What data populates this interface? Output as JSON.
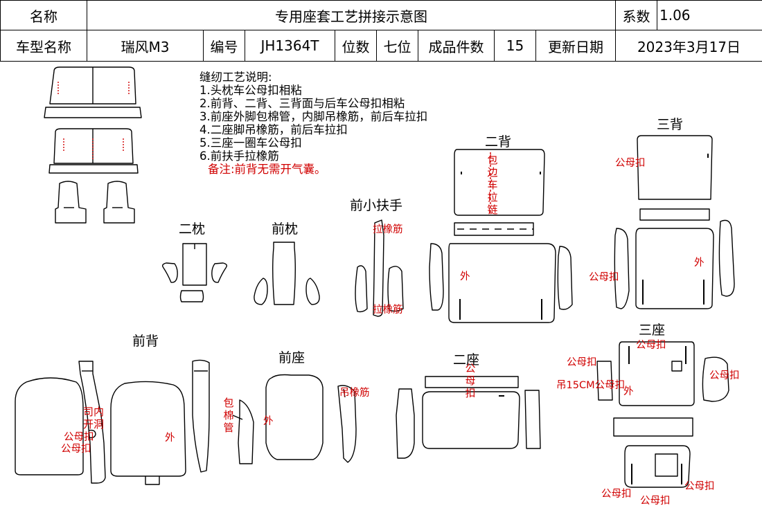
{
  "header": {
    "name_label": "名称",
    "title": "专用座套工艺拼接示意图",
    "coef_label": "系数",
    "coef_value": "1.06",
    "model_label": "车型名称",
    "model_value": "瑞风M3",
    "code_label": "编号",
    "code_value": "JH1364T",
    "seats_label": "位数",
    "seats_value": "七位",
    "pieces_label": "成品件数",
    "pieces_value": "15",
    "date_label": "更新日期",
    "date_value": "2023年3月17日"
  },
  "notes": {
    "heading": "缝纫工艺说明:",
    "items": [
      "1.头枕车公母扣相粘",
      "2.前背、二背、三背面与后车公母扣相粘",
      "3.前座外脚包棉管，内脚吊橡筋，前后车拉扣",
      "4.二座脚吊橡筋，前后车拉扣",
      "5.三座一圈车公母扣",
      "6.前扶手拉橡筋"
    ],
    "remark": "备注:前背无需开气囊。"
  },
  "parts": {
    "second_headrest": "二枕",
    "front_headrest": "前枕",
    "front_armrest": "前小扶手",
    "second_back": "二背",
    "third_back": "三背",
    "front_back": "前背",
    "front_seat": "前座",
    "second_seat": "二座",
    "third_seat": "三座"
  },
  "annotations": {
    "elastic": "拉橡筋",
    "hang_elastic": "吊橡筋",
    "snap": "公母扣",
    "outer": "外",
    "zip_edge": "包边车拉链",
    "wrap_tube": "包棉管",
    "hole": "司内开洞",
    "hang_snap": "吊15CM公母扣"
  },
  "colors": {
    "annotation": "#d00000",
    "outline": "#000000"
  }
}
